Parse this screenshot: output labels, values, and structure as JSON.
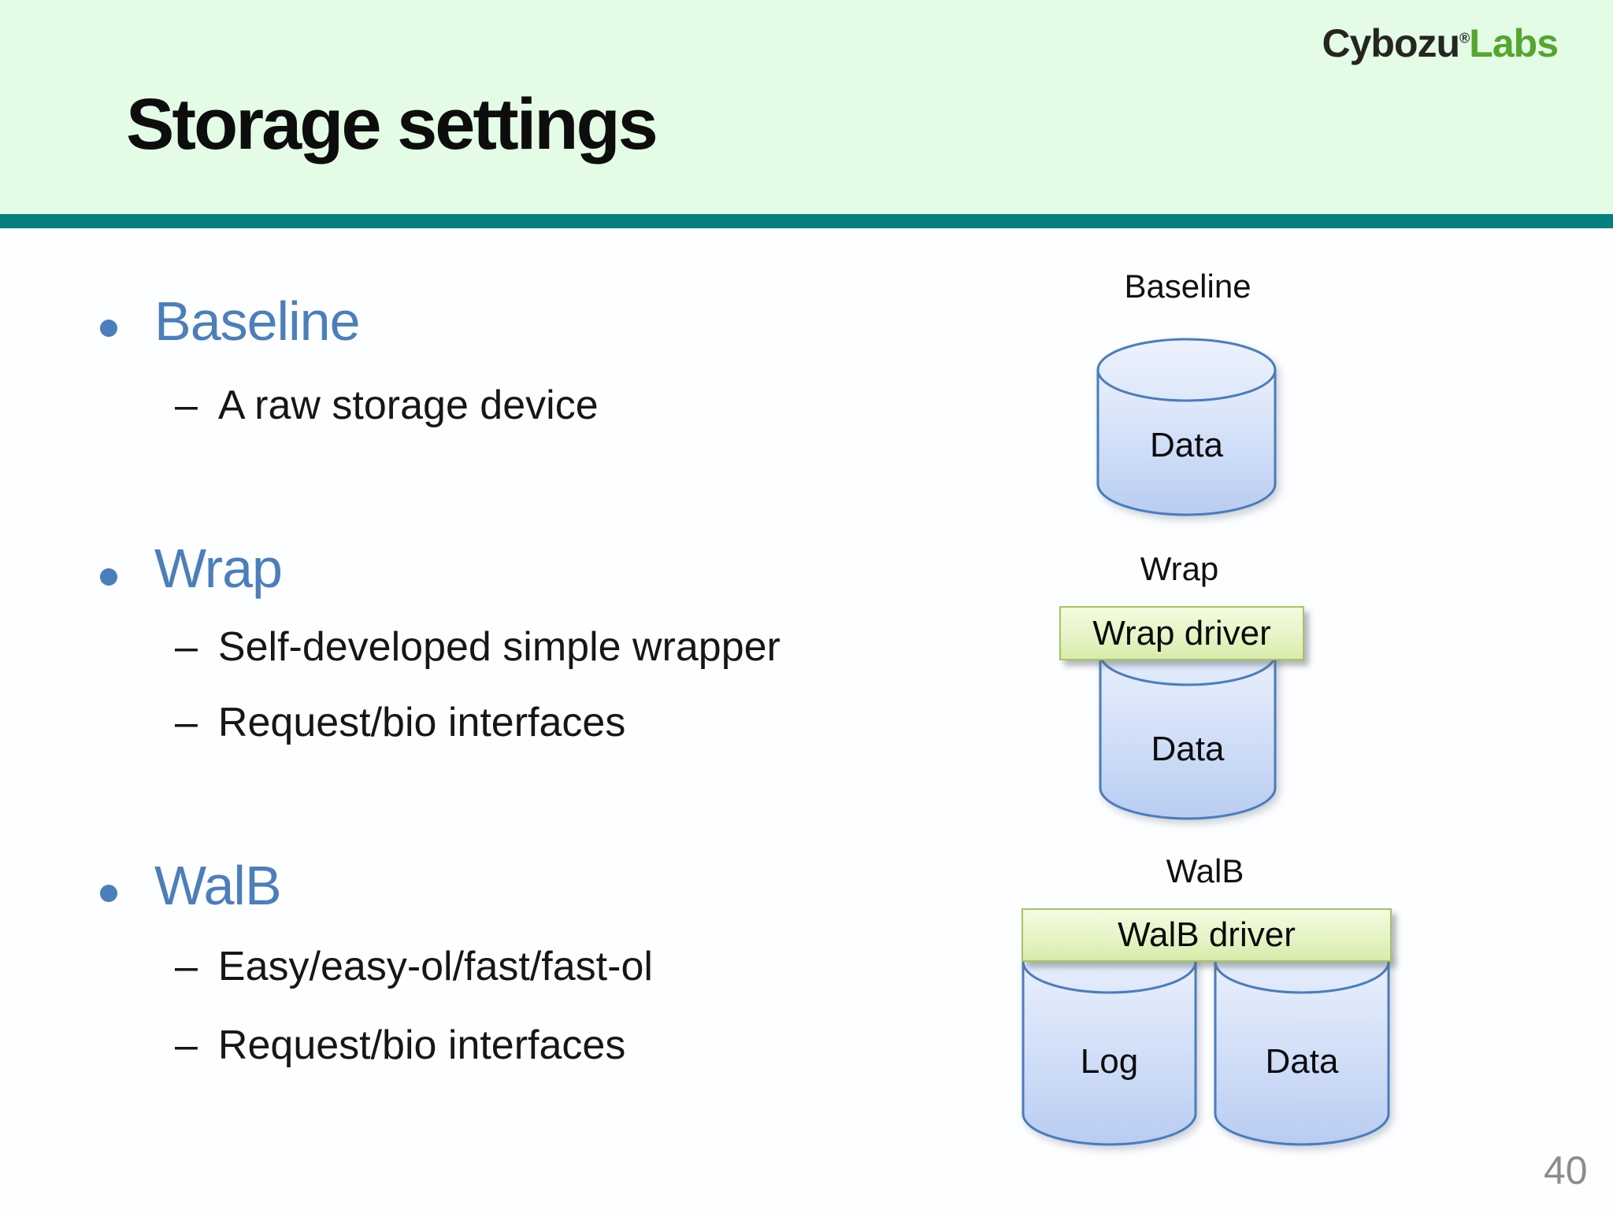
{
  "slide": {
    "page_number": "40"
  },
  "logo": {
    "brand": "Cybozu",
    "registered_mark": "®",
    "suffix": "Labs"
  },
  "header": {
    "title": "Storage settings"
  },
  "list": {
    "bullet_char": "•",
    "dash_char": "–",
    "items": [
      {
        "heading": "Baseline",
        "subitems": [
          "A raw storage device"
        ]
      },
      {
        "heading": "Wrap",
        "subitems": [
          "Self-developed simple wrapper",
          "Request/bio interfaces"
        ]
      },
      {
        "heading": "WalB",
        "subitems": [
          "Easy/easy-ol/fast/fast-ol",
          "Request/bio interfaces"
        ]
      }
    ]
  },
  "diagrams": [
    {
      "label": "Baseline",
      "driver_box": null,
      "cylinders": [
        {
          "label": "Data"
        }
      ]
    },
    {
      "label": "Wrap",
      "driver_box": "Wrap driver",
      "cylinders": [
        {
          "label": "Data"
        }
      ]
    },
    {
      "label": "WalB",
      "driver_box": "WalB driver",
      "cylinders": [
        {
          "label": "Log"
        },
        {
          "label": "Data"
        }
      ]
    }
  ],
  "colors": {
    "header_background": "#e4fbe6",
    "divider_teal": "#047e7f",
    "heading_blue": "#4a7ebd",
    "logo_green": "#55a62e",
    "logo_dark": "#262621",
    "cylinder_stroke": "#4a7dbd",
    "cylinder_fill_top": "#e9f0fc",
    "cylinder_fill_bottom": "#b9cdf1",
    "driver_box_fill_top": "#f4fbe0",
    "driver_box_fill_bottom": "#d8ecaa",
    "driver_box_border": "#a9c262",
    "page_number_gray": "#8c8c8c"
  }
}
